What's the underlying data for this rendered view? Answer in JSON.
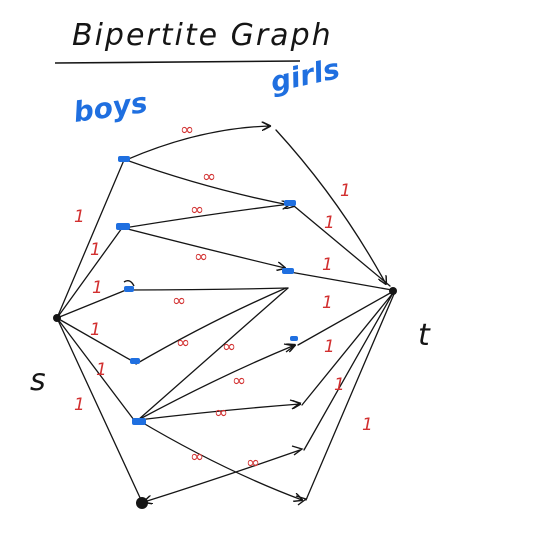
{
  "title": "Bipertite Graph",
  "groups": {
    "left": "boys",
    "right": "girls"
  },
  "nodes": {
    "source": "s",
    "sink": "t"
  },
  "capacity_labels": {
    "infinite": "∞",
    "unit": "1"
  },
  "colors": {
    "ink": "#151515",
    "blue": "#1f6fe0",
    "red": "#d23030"
  }
}
